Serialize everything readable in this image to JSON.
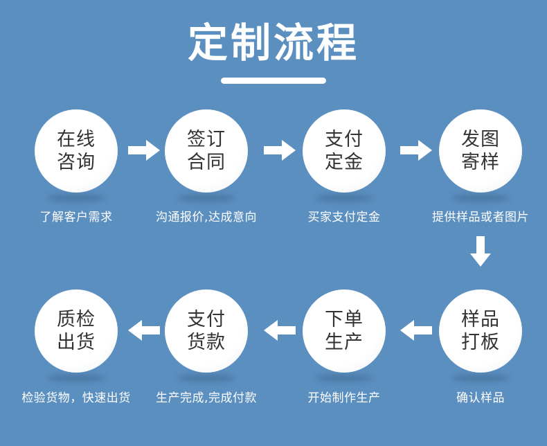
{
  "header": {
    "title": "定制流程",
    "underline": true
  },
  "colors": {
    "background": "#5b8fc0",
    "circle_fill": "#ffffff",
    "circle_text": "#333333",
    "caption_text": "#ffffff",
    "arrow": "#ffffff"
  },
  "rows": [
    {
      "direction": "right",
      "steps": [
        {
          "line1": "在线",
          "line2": "咨询",
          "caption": "了解客户需求"
        },
        {
          "line1": "签订",
          "line2": "合同",
          "caption": "沟通报价,达成意向"
        },
        {
          "line1": "支付",
          "line2": "定金",
          "caption": "买家支付定金"
        },
        {
          "line1": "发图",
          "line2": "寄样",
          "caption": "提供样品或者图片"
        }
      ]
    },
    {
      "direction": "left",
      "steps": [
        {
          "line1": "质检",
          "line2": "出货",
          "caption": "检验货物，快速出货"
        },
        {
          "line1": "支付",
          "line2": "货款",
          "caption": "生产完成,完成付款"
        },
        {
          "line1": "下单",
          "line2": "生产",
          "caption": "开始制作生产"
        },
        {
          "line1": "样品",
          "line2": "打板",
          "caption": "确认样品"
        }
      ]
    }
  ],
  "connectors": {
    "row1_arrows": [
      "arrow-right-icon",
      "arrow-right-icon",
      "arrow-right-icon"
    ],
    "row_link": "arrow-down-icon",
    "row2_arrows": [
      "arrow-left-icon",
      "arrow-left-icon",
      "arrow-left-icon"
    ]
  }
}
